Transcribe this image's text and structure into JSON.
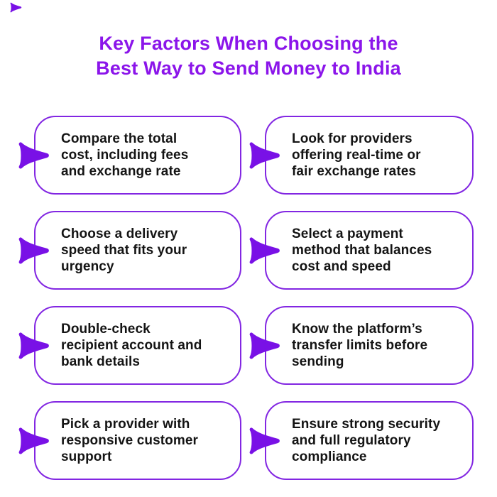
{
  "title": {
    "text": "Key Factors When Choosing the\nBest Way to Send Money to India"
  },
  "colors": {
    "title_purple": "#8B15EA",
    "card_border_purple": "#8226E2",
    "arrow_purple": "#7911E6",
    "card_text": "#141414",
    "background": "#FFFFFF"
  },
  "icons": {
    "card_bullet": "swoosh-arrow-right-icon",
    "corner_decoration": "swoosh-arrow-right-icon"
  },
  "cards": [
    {
      "text": "Compare the total\ncost, including fees\nand exchange rate"
    },
    {
      "text": "Look for providers\noffering real-time or\nfair exchange rates"
    },
    {
      "text": "Choose a delivery\nspeed that fits your\nurgency"
    },
    {
      "text": "Select a payment\nmethod that balances\ncost and speed"
    },
    {
      "text": "Double-check\nrecipient account and\nbank details"
    },
    {
      "text": "Know the platform’s\ntransfer limits before\nsending"
    },
    {
      "text": "Pick a provider with\nresponsive customer\nsupport"
    },
    {
      "text": "Ensure strong security\nand full regulatory\ncompliance"
    }
  ]
}
